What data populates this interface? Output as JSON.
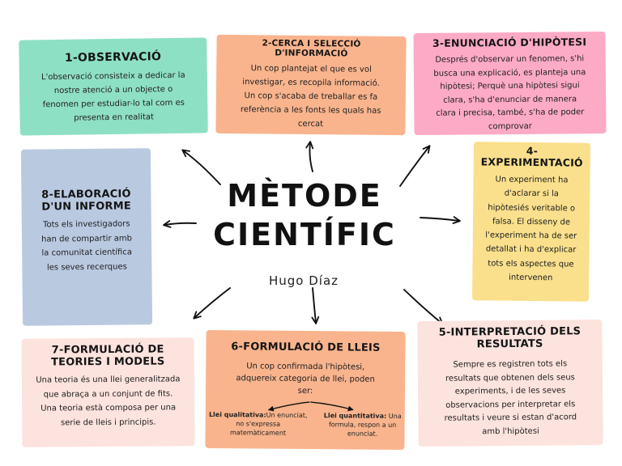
{
  "title": {
    "line1": "MÈTODE",
    "line2": "CIENTÍFIC"
  },
  "author": "Hugo Díaz",
  "steps": {
    "s1": {
      "title": "1-OBSERVACIÓ",
      "text": [
        "L'observació consisteix a dedicar la",
        "nostre atenció a un objecte o",
        "fenomen per estudiar-lo tal com es",
        "presenta en realitat"
      ]
    },
    "s2": {
      "title": [
        "2-CERCA I SELECCIÓ",
        "D'INFORMACIÓ"
      ],
      "text": [
        "Un cop plantejat el que es vol",
        "investigar, es recopila informació.",
        "Un cop s'acaba de treballar es fa",
        "referència a les fonts les quals has",
        "cercat"
      ]
    },
    "s3": {
      "title": "3-ENUNCIACIÓ D'HIPÒTESI",
      "text": [
        "Després d'observar un fenomen, s'hi",
        "busca una explicació, es planteja una",
        "hipòtesi; Perquè una hipòtesi sigui",
        "clara, s'ha d'enunciar de manera",
        "clara i precisa, també, s'ha de poder",
        "comprovar"
      ]
    },
    "s4": {
      "title": [
        "4-",
        "EXPERIMENTACIÓ"
      ],
      "text": [
        "Un experiment ha",
        "d'aclarar si la",
        "hipòtesiés veritable o",
        "falsa. El disseny de",
        "l'experiment ha de ser",
        "detallat i ha d'explicar",
        "tots els aspectes que",
        "intervenen"
      ]
    },
    "s5": {
      "title": [
        "5-INTERPRETACIÓ DELS",
        "RESULTATS"
      ],
      "text": [
        "Sempre es registren tots els",
        "resultats que obtenen dels seus",
        "experiments, i de les seves",
        "observacions per interpretar els",
        "resultats i veure si estan d'acord",
        "amb l'hipòtesi"
      ]
    },
    "s6": {
      "title": "6-FORMULACIÓ DE LLEIS",
      "text": [
        "Un cop confirmada l'hipòtesi,",
        "adquereix categoria de llei, poden",
        "ser:"
      ],
      "qual": {
        "label": "Llei qualitativa:",
        "desc": [
          "Un enunciat,",
          "no s'expressa",
          "matemàticament"
        ]
      },
      "quant": {
        "label": "Llei quantitativa:",
        "desc": [
          "Una",
          "formula, respon a un",
          "enunciat."
        ]
      }
    },
    "s7": {
      "title": [
        "7-FORMULACIÓ DE",
        "TEORIES I MODELS"
      ],
      "text": [
        "Una teoria és una llei generalitzada",
        "que abraça a un conjunt de fits.",
        "Una teoria està composa per una",
        "serie de lleis i principis."
      ]
    },
    "s8": {
      "title": [
        "8-ELABORACIÓ",
        "D'UN INFORME"
      ],
      "text": [
        "Tots els investigadors",
        "han de compartir amb",
        "la comunitat científica",
        "les seves recerques"
      ]
    }
  },
  "colors": {
    "observacio": "#8ee0c4",
    "informacio": "#f9b48d",
    "hipotesi": "#fdaac7",
    "experimentacio": "#fae08c",
    "interpretacio": "#fde3dd",
    "lleis": "#f9b48d",
    "teories": "#fde3dd",
    "informe": "#b9c9e0"
  }
}
